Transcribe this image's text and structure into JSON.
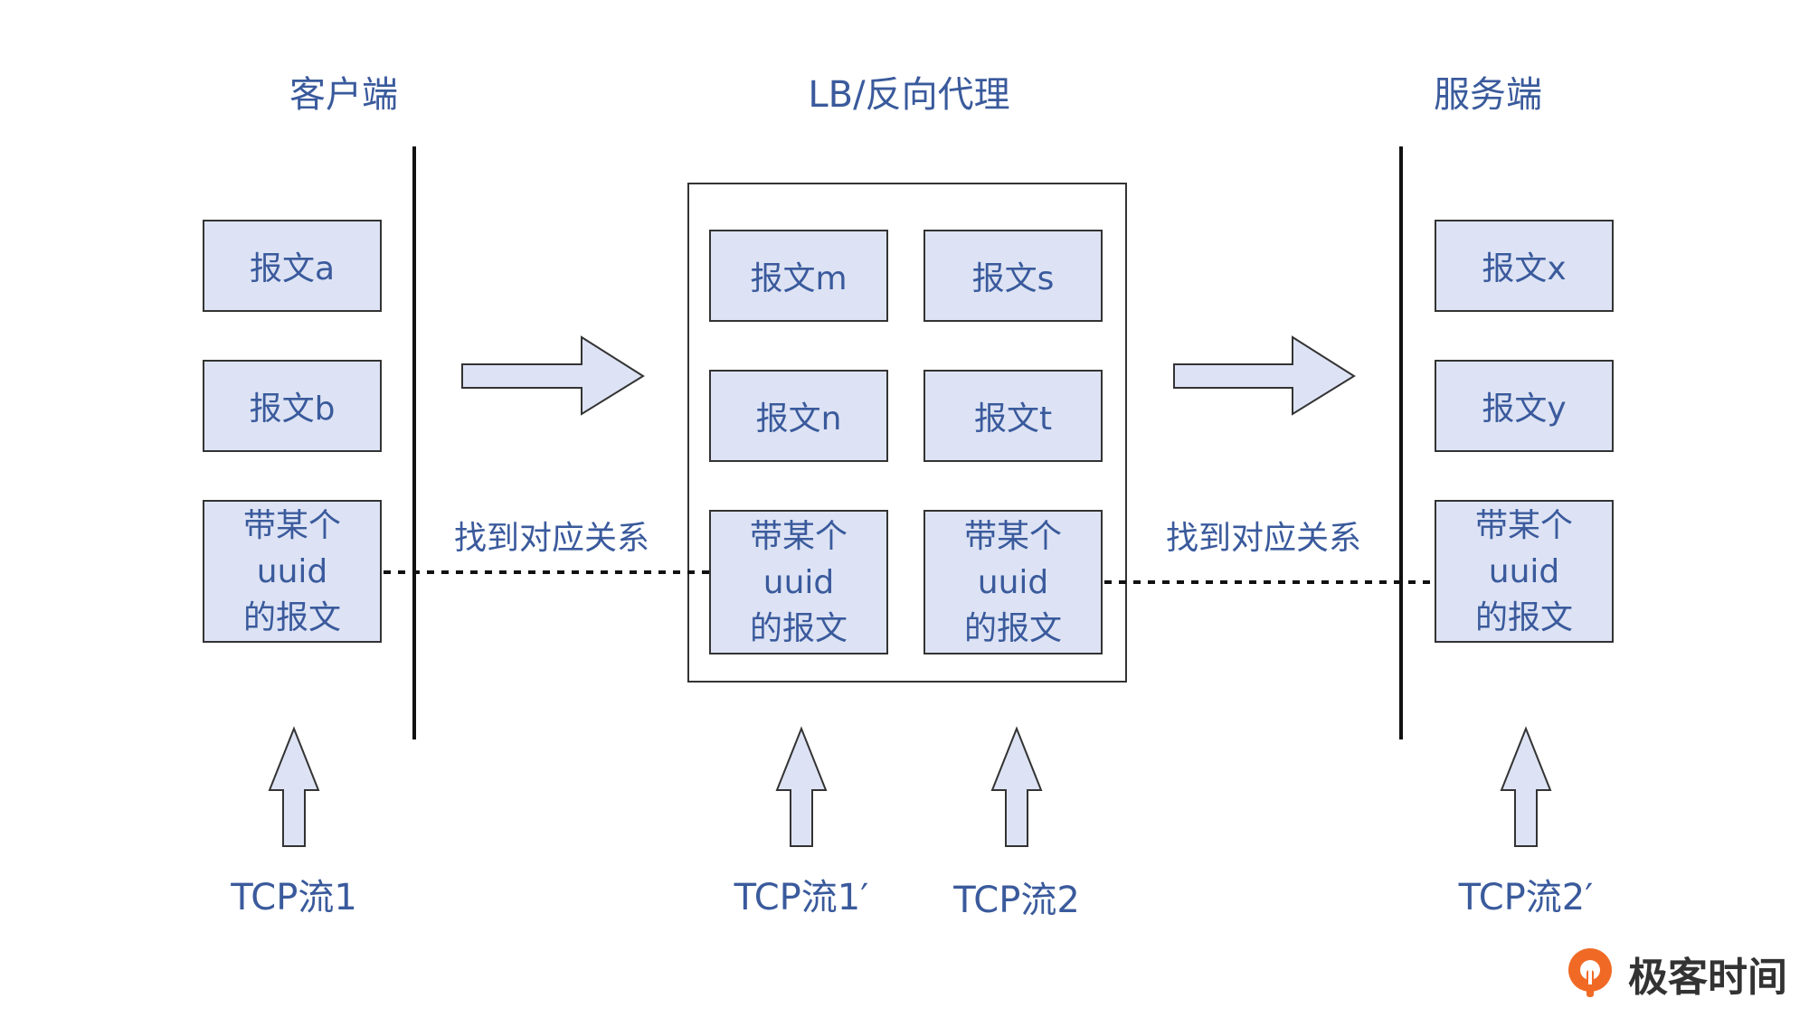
{
  "titles": {
    "client": "客户端",
    "proxy": "LB/反向代理",
    "server": "服务端"
  },
  "client_packets": {
    "a": "报文a",
    "b": "报文b",
    "uuid_lines": [
      "带某个",
      "uuid",
      "的报文"
    ]
  },
  "proxy_packets": {
    "m": "报文m",
    "s": "报文s",
    "n": "报文n",
    "t": "报文t",
    "uuid_left_lines": [
      "带某个",
      "uuid",
      "的报文"
    ],
    "uuid_right_lines": [
      "带某个",
      "uuid",
      "的报文"
    ]
  },
  "server_packets": {
    "x": "报文x",
    "y": "报文y",
    "uuid_lines": [
      "带某个",
      "uuid",
      "的报文"
    ]
  },
  "mapping_labels": {
    "left": "找到对应关系",
    "right": "找到对应关系"
  },
  "tcp_labels": {
    "client": "TCP流1",
    "proxy_left": "TCP流1′",
    "proxy_right": "TCP流2",
    "server": "TCP流2′"
  },
  "logo": {
    "text": "极客时间",
    "icon": "geektime-logo-icon"
  },
  "colors": {
    "text": "#3a5a9c",
    "packet_fill": "#dde3f4",
    "arrow_fill": "#dde3f4",
    "line": "#111111"
  }
}
